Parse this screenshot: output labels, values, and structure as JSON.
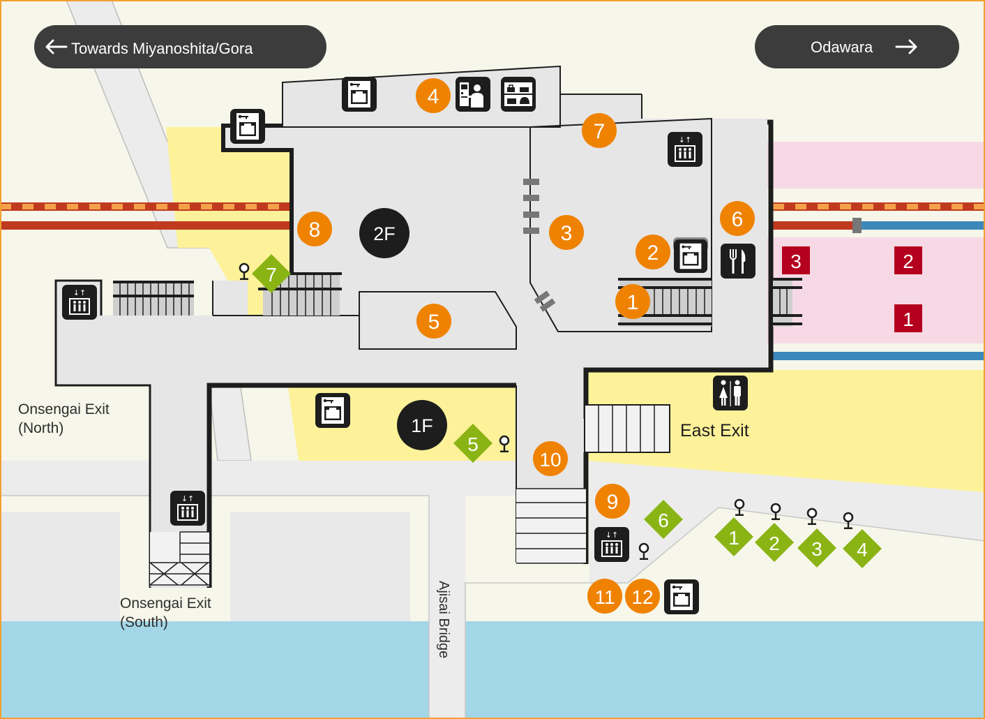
{
  "nav": {
    "left_button": {
      "label": "Towards Miyanoshita/Gora",
      "icon": "arrow-left-icon"
    },
    "right_button": {
      "label": "Odawara",
      "icon": "arrow-right-icon"
    }
  },
  "floors": {
    "upper": "2F",
    "lower": "1F"
  },
  "labels": {
    "east_exit": "East Exit",
    "onsengai_north_line1": "Onsengai Exit",
    "onsengai_north_line2": "(North)",
    "onsengai_south_line1": "Onsengai Exit",
    "onsengai_south_line2": "(South)",
    "bridge": "Ajisai Bridge"
  },
  "facility_markers": [
    "1",
    "2",
    "3",
    "4",
    "5",
    "6",
    "7",
    "8",
    "9",
    "10",
    "11",
    "12"
  ],
  "bus_stops": [
    "1",
    "2",
    "3",
    "4",
    "5",
    "6",
    "7"
  ],
  "platforms": [
    "1",
    "2",
    "3"
  ],
  "colors": {
    "background": "#f6f7ea",
    "street": "#efefee",
    "concourse": "#e6e6e6",
    "yellow_area": "#fdf29a",
    "platform_pink": "#f7d8e5",
    "water": "#a3d7e7",
    "marker_orange": "#ef8200",
    "bus_green": "#8ab414",
    "platform_red": "#b4001e",
    "rail_blue": "#3d88ba",
    "rail_red": "#bf3a1f",
    "rail_orange": "#f5a04a",
    "icon_dark": "#1d1d1d",
    "pill_dark": "#3c3c3c"
  },
  "icons": [
    "coin-locker-icon",
    "ticket-machine-icon",
    "luggage-icon",
    "elevator-icon",
    "restaurant-icon",
    "restroom-icon",
    "bus-stop-icon",
    "arrow-left-icon",
    "arrow-right-icon"
  ]
}
